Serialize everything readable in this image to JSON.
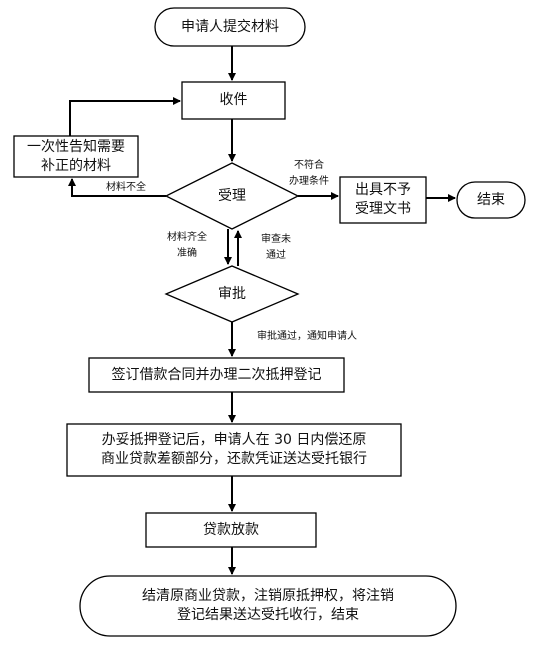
{
  "nodes": {
    "start": "申请人提交材料",
    "receive": "收件",
    "notify_supplement": "一次性告知需要\n补正的材料",
    "accept": "受理",
    "reject_doc": "出具不予\n受理文书",
    "end_reject": "结束",
    "approve": "审批",
    "sign_contract": "签订借款合同并办理二次抵押登记",
    "repay_diff": "办妥抵押登记后，申请人在 30 日内偿还原\n商业贷款差额部分，还款凭证送达受托银行",
    "loan_release": "贷款放款",
    "final": "结清原商业贷款，注销原抵押权，将注销\n登记结果送达受托收行，结束"
  },
  "edge_labels": {
    "incomplete": "材料不全",
    "not_qualified": "不符合\n办理条件",
    "complete": "材料齐全\n准确",
    "review_failed": "审查未\n通过",
    "review_passed": "审批通过，通知申请人"
  }
}
